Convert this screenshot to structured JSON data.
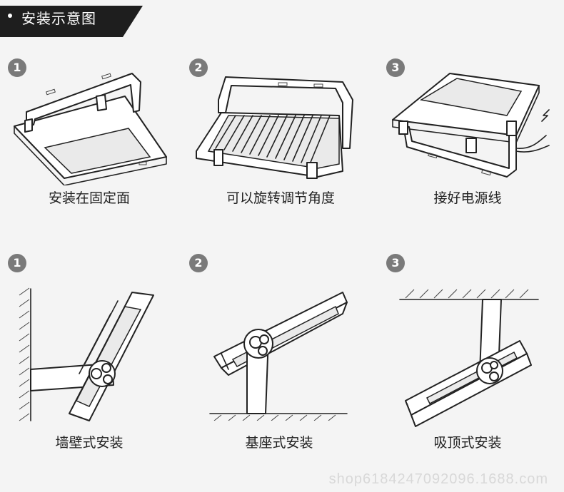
{
  "header": {
    "title": "安装示意图"
  },
  "row1": [
    {
      "step": "1",
      "caption": "安装在固定面"
    },
    {
      "step": "2",
      "caption": "可以旋转调节角度"
    },
    {
      "step": "3",
      "caption": "接好电源线"
    }
  ],
  "row2": [
    {
      "step": "1",
      "caption": "墙壁式安装"
    },
    {
      "step": "2",
      "caption": "基座式安装"
    },
    {
      "step": "3",
      "caption": "吸顶式安装"
    }
  ],
  "watermark": "shop6184247092096.1688.com",
  "icons": [
    "mounting-bracket-icon",
    "heatsink-icon",
    "power-cable-icon",
    "wall-icon",
    "ground-icon",
    "ceiling-icon",
    "adjust-knob-icon"
  ]
}
